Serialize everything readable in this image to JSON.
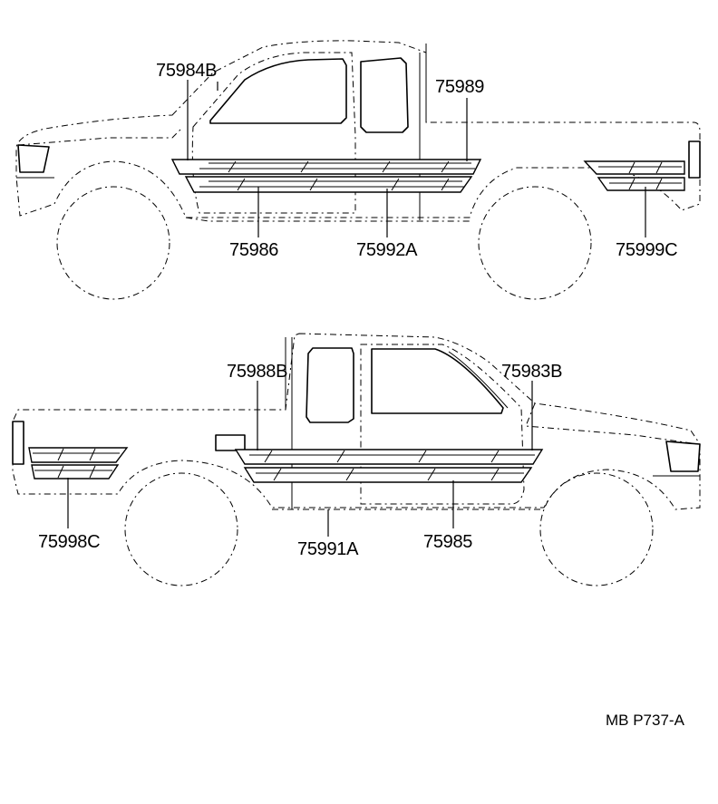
{
  "callouts_top": {
    "c1": "75984B",
    "c2": "75989",
    "c3": "75986",
    "c4": "75992A",
    "c5": "75999C"
  },
  "callouts_bottom": {
    "c1": "75988B",
    "c2": "75983B",
    "c3": "75998C",
    "c4": "75991A",
    "c5": "75985"
  },
  "ref_code": "MB  P737-A"
}
